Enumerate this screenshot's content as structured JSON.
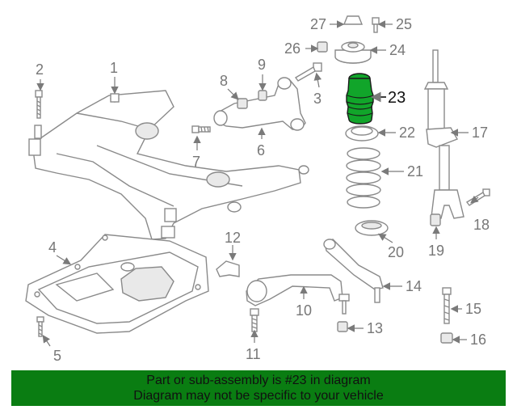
{
  "diagram": {
    "callouts": [
      "1",
      "2",
      "3",
      "4",
      "5",
      "6",
      "7",
      "8",
      "9",
      "10",
      "11",
      "12",
      "13",
      "14",
      "15",
      "16",
      "17",
      "18",
      "19",
      "20",
      "21",
      "22",
      "23",
      "24",
      "25",
      "26",
      "27"
    ],
    "highlighted_part": "23",
    "highlight_color": "#11a52a"
  },
  "banner": {
    "line1": "Part or sub-assembly is #23 in diagram",
    "line2": "Diagram may not be specific to your vehicle",
    "background": "#0a7d12"
  }
}
